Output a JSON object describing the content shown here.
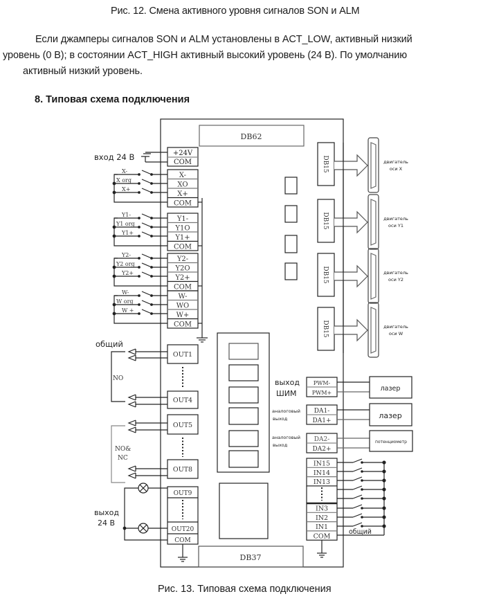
{
  "caption_top": "Рис. 12. Смена активного уровня  сигналов SON и ALM",
  "paragraph": {
    "line1": "Если джамперы сигналов   SON и ALM установлены в ACT_LOW, активный низкий",
    "line2": "уровень (0 В); в состоянии ACT_HIGH активный высокий уровень (24 В). По умолчанию",
    "line3": "активный низкий уровень."
  },
  "section_heading": "8. Типовая схема подключения",
  "caption_bottom": "Рис. 13. Типовая схема подключения",
  "diagram": {
    "db62_label": "DB62",
    "db37_label": "DB37",
    "input_24v_label": "вход 24 В",
    "power_terminals": [
      "+24V",
      "COM"
    ],
    "axis_groups": [
      {
        "switch_labels": [
          "X-",
          "X org",
          "X+"
        ],
        "terminals": [
          "X-",
          "XO",
          "X+",
          "COM"
        ]
      },
      {
        "switch_labels": [
          "Y1-",
          "Y1 org",
          "Y1+"
        ],
        "terminals": [
          "Y1-",
          "Y1O",
          "Y1+",
          "COM"
        ]
      },
      {
        "switch_labels": [
          "Y2-",
          "Y2 org",
          "Y2+"
        ],
        "terminals": [
          "Y2-",
          "Y2O",
          "Y2+",
          "COM"
        ]
      },
      {
        "switch_labels": [
          "W-",
          "W org",
          "W +"
        ],
        "terminals": [
          "W-",
          "WO",
          "W+",
          "COM"
        ]
      }
    ],
    "motor_connectors": [
      {
        "connector": "DB15",
        "label_line1": "двигатель",
        "label_line2": "оси X"
      },
      {
        "connector": "DB15",
        "label_line1": "двигатель",
        "label_line2": "оси Y1"
      },
      {
        "connector": "DB15",
        "label_line1": "двигатель",
        "label_line2": "оси Y2"
      },
      {
        "connector": "DB15",
        "label_line1": "двигатель",
        "label_line2": "оси W"
      }
    ],
    "common_label": "общий",
    "no_label": "NO",
    "no_nc_label_line1": "NO&",
    "no_nc_label_line2": "NC",
    "outputs_relay": [
      "OUT1",
      "OUT4",
      "OUT5",
      "OUT8"
    ],
    "output_24v_label_line1": "выход",
    "output_24v_label_line2": "24 В",
    "outputs_lamp": [
      "OUT9",
      "OUT20",
      "COM"
    ],
    "pwm_label_line1": "выход",
    "pwm_label_line2": "ШИМ",
    "pwm_terminals": [
      "PWM-",
      "PWM+"
    ],
    "analog1_label_line1": "аналоговый",
    "analog1_label_line2": "выход",
    "da1_terminals": [
      "DA1-",
      "DA1+"
    ],
    "analog2_label_line1": "аналоговый",
    "analog2_label_line2": "выход",
    "da2_terminals": [
      "DA2-",
      "DA2+"
    ],
    "laser1_label": "лазер",
    "laser2_label": "лазер",
    "pot_label": "потенциометр",
    "inputs_top": [
      "IN15",
      "IN14",
      "IN13"
    ],
    "inputs_bottom": [
      "IN3",
      "IN2",
      "IN1",
      "COM"
    ],
    "inputs_common_label": "общий"
  }
}
